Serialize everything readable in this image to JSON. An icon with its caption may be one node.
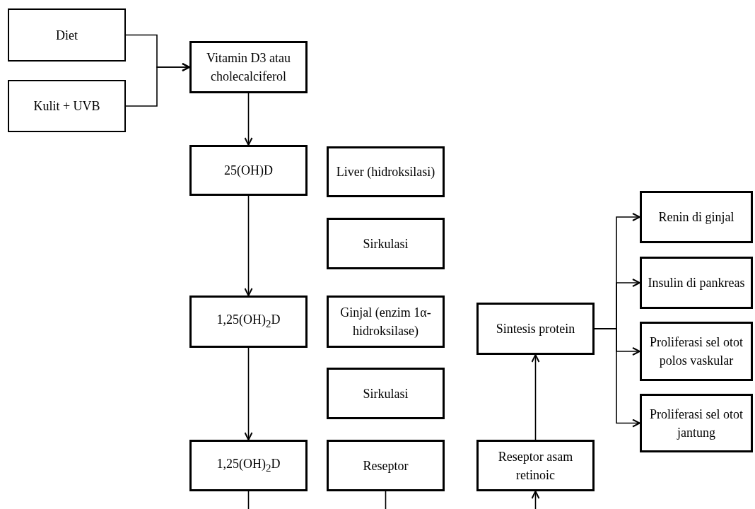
{
  "diagram": {
    "nodes": [
      {
        "text": [
          "Diet"
        ]
      },
      {
        "text": [
          "Kulit + UVB"
        ]
      },
      {
        "text": [
          "Vitamin D3 atau cholecalciferol"
        ]
      },
      {
        "text": [
          "25(OH)D"
        ]
      },
      {
        "text": [
          "Liver (hidroksilasi)"
        ]
      },
      {
        "text": [
          "Sirkulasi"
        ]
      },
      {
        "text": [
          "1,25(OH)$_{2}$D"
        ]
      },
      {
        "text": [
          "Ginjal (enzim 1α-hidroksilase)"
        ]
      },
      {
        "text": [
          "Sirkulasi"
        ]
      },
      {
        "text": [
          "1,25(OH)$_{2}$D"
        ]
      },
      {
        "text": [
          "Reseptor"
        ]
      },
      {
        "text": [
          "Sintesis protein"
        ]
      },
      {
        "text": [
          "Reseptor asam retinoic"
        ]
      },
      {
        "text": [
          "Renin di ginjal"
        ]
      },
      {
        "text": [
          "Insulin di pankreas"
        ]
      },
      {
        "text": [
          "Proliferasi sel otot polos vaskular"
        ]
      },
      {
        "text": [
          "Proliferasi sel otot jantung"
        ]
      }
    ],
    "edges": [
      {
        "from": 0,
        "to": 2,
        "arrow": "to"
      },
      {
        "from": 1,
        "to": 2,
        "arrow": "to"
      },
      {
        "from": 2,
        "to": 3,
        "arrow": "to"
      },
      {
        "from": 3,
        "to": 6,
        "arrow": "to"
      },
      {
        "from": 6,
        "to": 9,
        "arrow": "to"
      },
      {
        "from": 9,
        "to": null,
        "arrow": "none"
      },
      {
        "from": 10,
        "to": null,
        "arrow": "none"
      },
      {
        "from": null,
        "to": 12,
        "arrow": "to"
      },
      {
        "from": 12,
        "to": 11,
        "arrow": "to"
      },
      {
        "from": 11,
        "to": 13,
        "arrow": "to"
      },
      {
        "from": 11,
        "to": 14,
        "arrow": "to"
      },
      {
        "from": 11,
        "to": 15,
        "arrow": "to"
      },
      {
        "from": 11,
        "to": 16,
        "arrow": "to"
      }
    ]
  }
}
